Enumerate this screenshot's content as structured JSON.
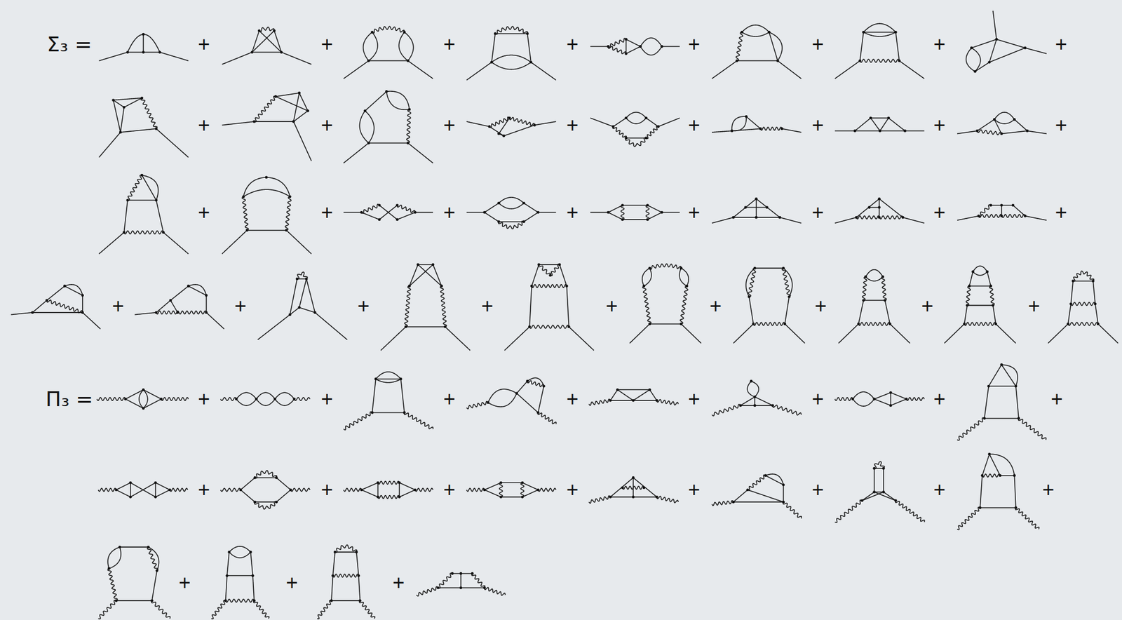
{
  "diagram": {
    "labels": [
      "Σ₃ =",
      "+",
      "+",
      "+",
      "+",
      "+",
      "+",
      "+",
      "+",
      "+",
      "+",
      "+",
      "+",
      "+",
      "+",
      "+",
      "+",
      "+",
      "+",
      "+",
      "+",
      "+",
      "+",
      "+",
      "+",
      "+",
      "+",
      "+",
      "+",
      "+",
      "+",
      "+",
      "+",
      "+",
      "Π₃ =",
      "+",
      "+",
      "+",
      "+",
      "+",
      "+",
      "+",
      "+",
      "+",
      "+",
      "+",
      "+",
      "+",
      "+",
      "+",
      "+",
      "+",
      "+",
      "+"
    ]
  }
}
